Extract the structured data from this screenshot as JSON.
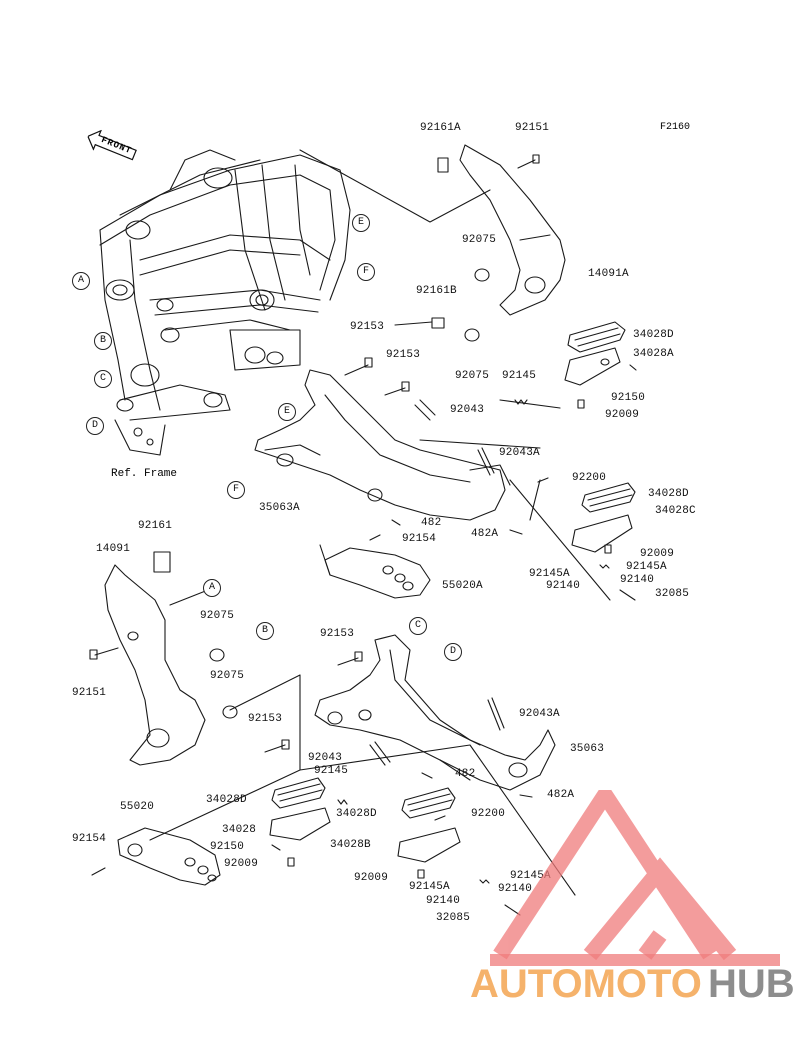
{
  "diagram": {
    "code": "F2160",
    "ref_label": "Ref. Frame",
    "front_label": "FRONT",
    "callouts": [
      "A",
      "B",
      "C",
      "D",
      "E",
      "F"
    ],
    "labels_upper": [
      "92161A",
      "92151",
      "92075",
      "14091A",
      "92161B",
      "92153",
      "92153",
      "92075",
      "92145",
      "92043",
      "34028D",
      "34028A",
      "92150",
      "92009",
      "92043A",
      "92200",
      "34028D",
      "34028C",
      "482",
      "35063A",
      "92154",
      "482A",
      "92009",
      "92145A",
      "92140",
      "92145A",
      "92140",
      "32085",
      "55020A"
    ],
    "labels_lower": [
      "92161",
      "14091",
      "92075",
      "92075",
      "92151",
      "92153",
      "92153",
      "92043A",
      "35063",
      "92043",
      "92145",
      "482",
      "482A",
      "34028D",
      "34028D",
      "92200",
      "55020",
      "34028",
      "92154",
      "92150",
      "92009",
      "34028B",
      "92009",
      "92145A",
      "92145A",
      "92140",
      "92140",
      "32085"
    ]
  },
  "watermark": {
    "part1": "AUTOMOTO",
    "part2": "HUB",
    "color_primary": "#f5b26b",
    "color_secondary": "#8d8d8d",
    "logo_color": "#f07c7c"
  }
}
